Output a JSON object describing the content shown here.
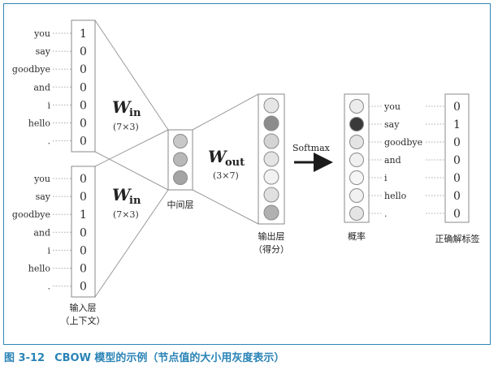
{
  "input_words": [
    "you",
    "say",
    "goodbye",
    "and",
    "i",
    "hello",
    "."
  ],
  "context1_values": [
    "1",
    "0",
    "0",
    "0",
    "0",
    "0",
    "0"
  ],
  "context2_values": [
    "0",
    "0",
    "1",
    "0",
    "0",
    "0",
    "0"
  ],
  "input_layer": {
    "label": "输入层",
    "sublabel": "（上下文）"
  },
  "w_in": {
    "symbol": "W",
    "subscript": "in",
    "dims": "(7×3)"
  },
  "hidden_layer": {
    "label": "中间层",
    "node_shades": [
      "#c8c8c8",
      "#b8b8b8",
      "#a4a4a4"
    ]
  },
  "w_out": {
    "symbol": "W",
    "subscript": "out",
    "dims": "(3×7)"
  },
  "output_layer": {
    "label": "输出层",
    "sublabel": "（得分）",
    "node_shades": [
      "#e6e6e6",
      "#8c8c8c",
      "#d4d4d4",
      "#e4e4e4",
      "#f2f2f2",
      "#e0e0e0",
      "#b0b0b0"
    ]
  },
  "softmax_label": "Softmax",
  "probability": {
    "label": "概率",
    "node_shades": [
      "#ececec",
      "#3a3a3a",
      "#e4e4e4",
      "#f0f0f0",
      "#f6f6f6",
      "#f0f0f0",
      "#e4e4e4"
    ]
  },
  "output_words": [
    "you",
    "say",
    "goodbye",
    "and",
    "i",
    "hello",
    "."
  ],
  "label_values": [
    "0",
    "1",
    "0",
    "0",
    "0",
    "0",
    "0"
  ],
  "label_column_title": "正确解标签",
  "caption": {
    "number": "图 3-12",
    "text": "CBOW 模型的示例（节点值的大小用灰度表示）"
  },
  "colors": {
    "frame": "#2f86b7",
    "caption": "#2a83b6"
  }
}
